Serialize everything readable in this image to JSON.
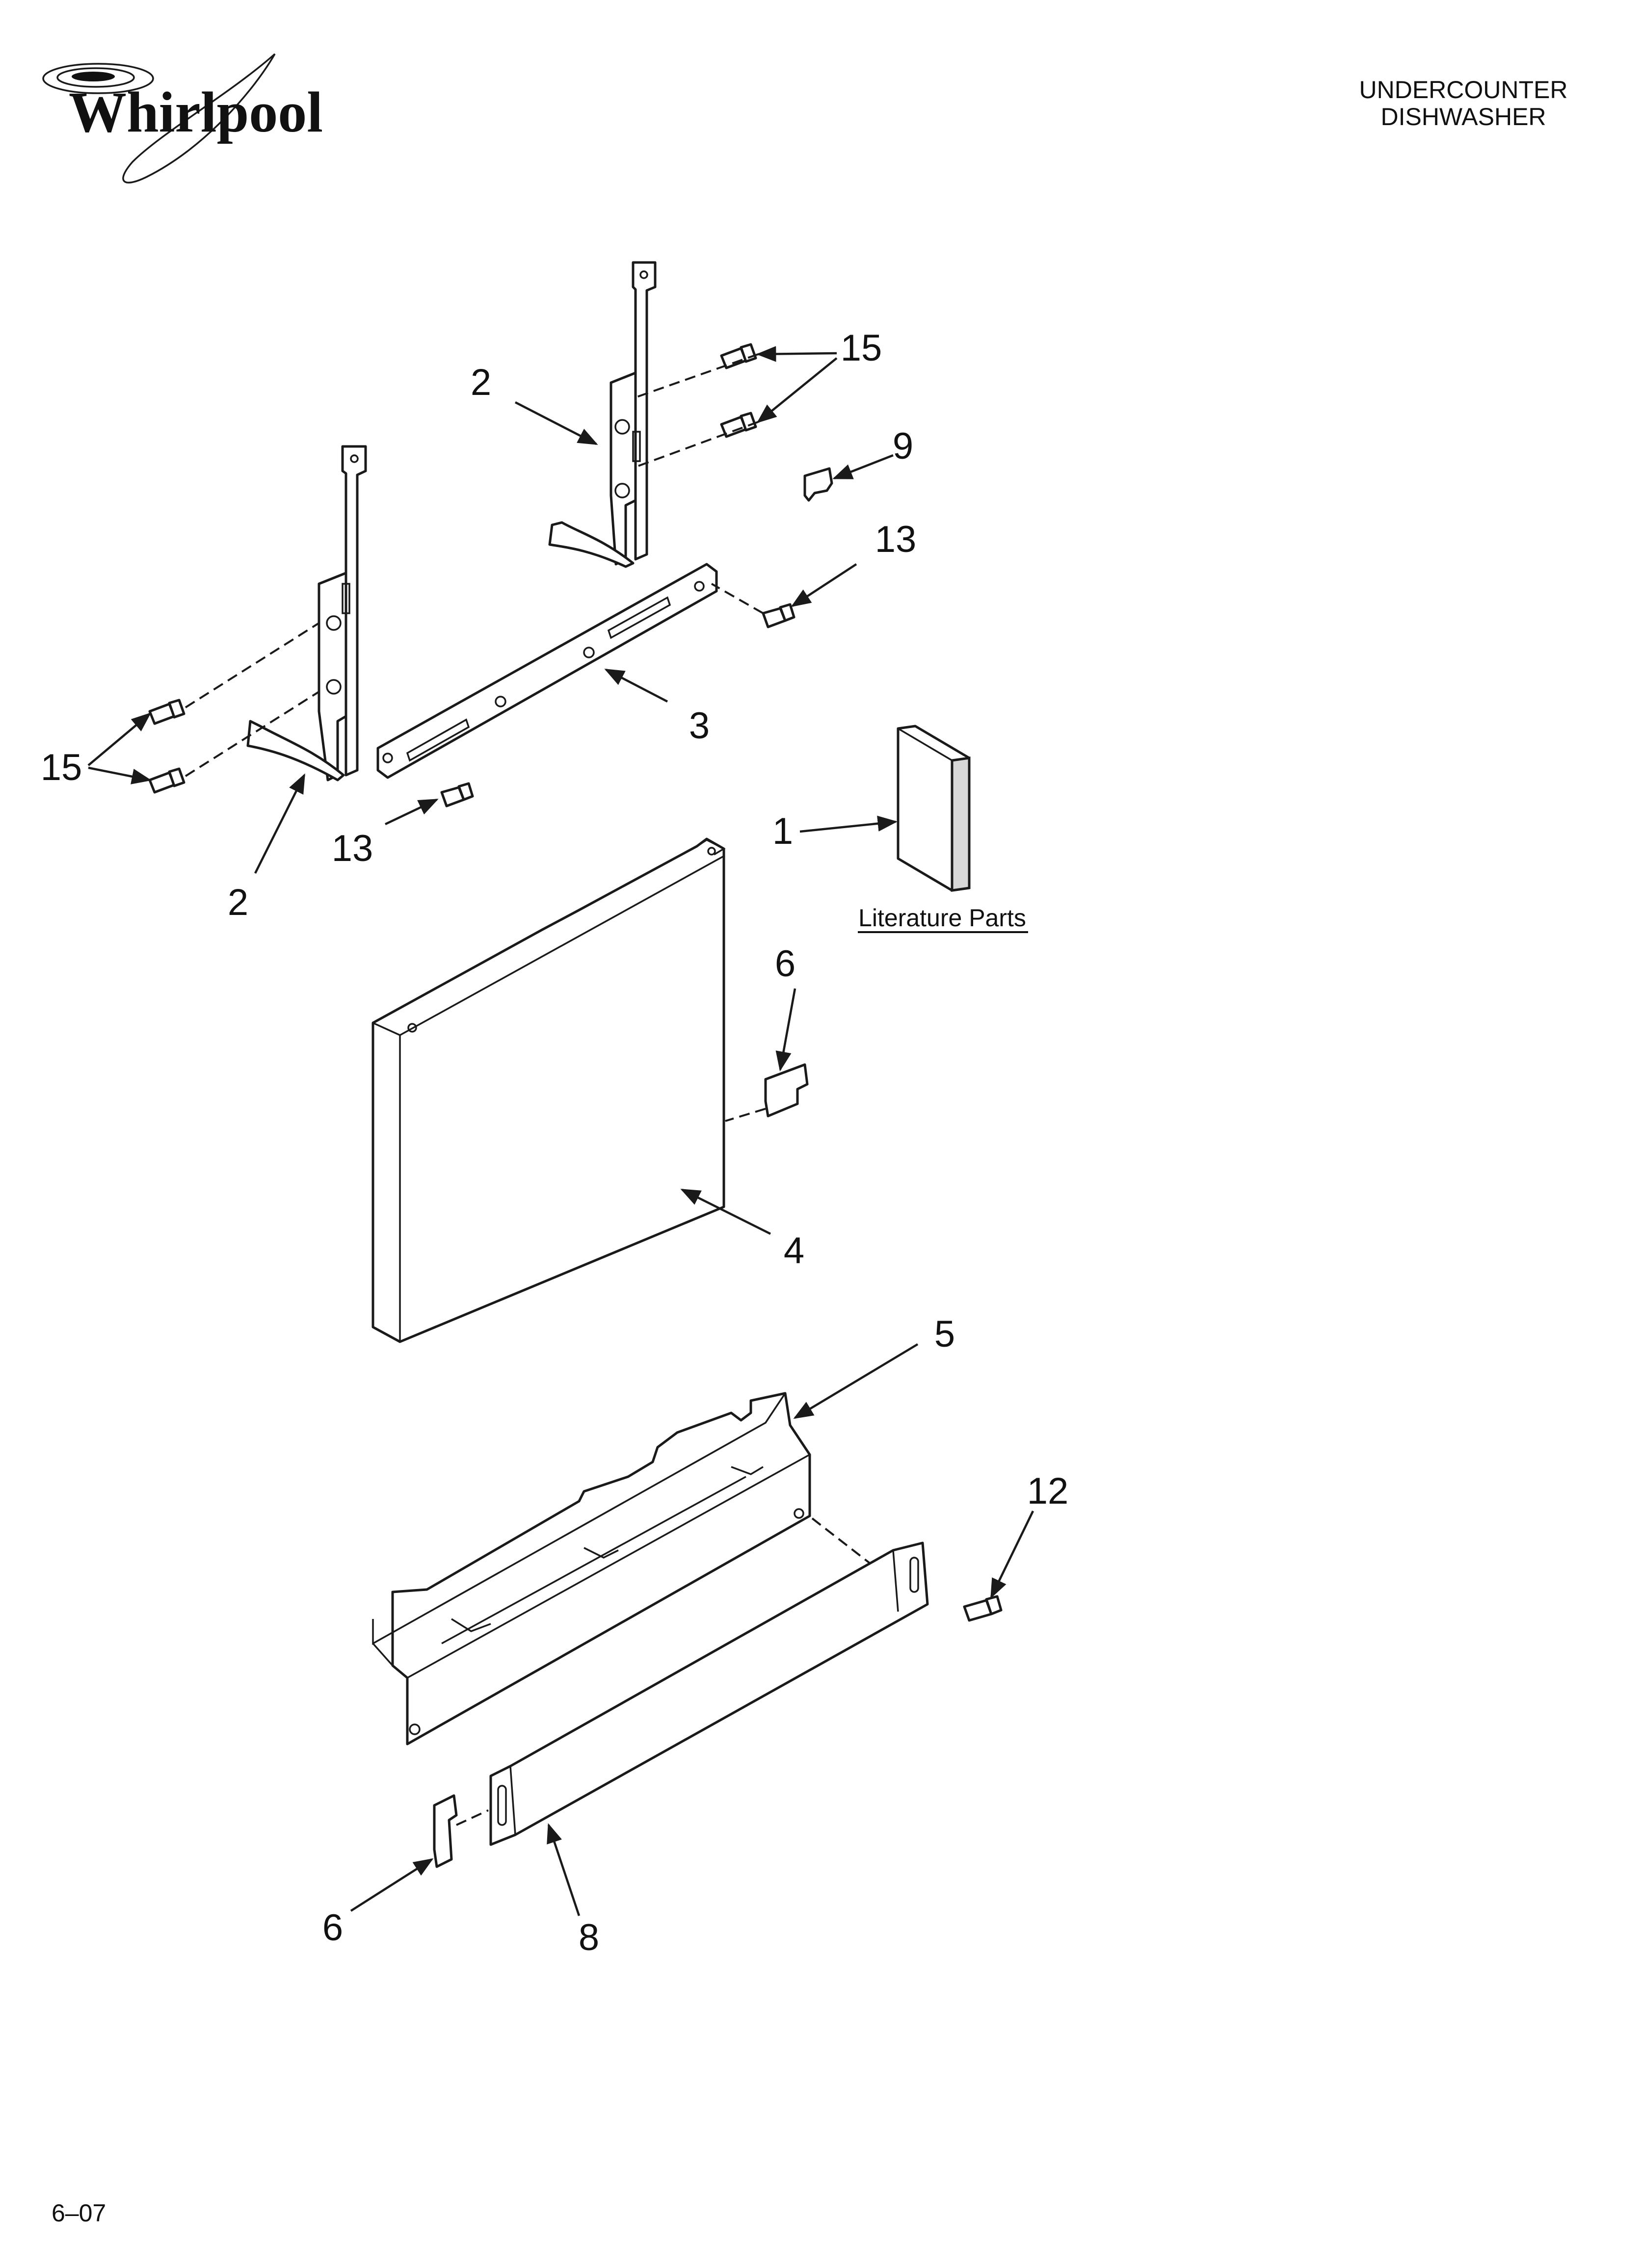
{
  "brand": {
    "logo_text": "Whirlpool",
    "logo_icon": "whirlpool-swirl-logo"
  },
  "header": {
    "title_line1": "UNDERCOUNTER",
    "title_line2": "DISHWASHER"
  },
  "literature": {
    "label": "Literature Parts"
  },
  "callouts": {
    "c1": "1",
    "c2_top": "2",
    "c2_left": "2",
    "c3": "3",
    "c4": "4",
    "c5": "5",
    "c6_right": "6",
    "c6_bottom": "6",
    "c8": "8",
    "c9": "9",
    "c12": "12",
    "c13_right": "13",
    "c13_left": "13",
    "c15_right": "15",
    "c15_left": "15"
  },
  "footer": {
    "date_code": "6–07"
  }
}
